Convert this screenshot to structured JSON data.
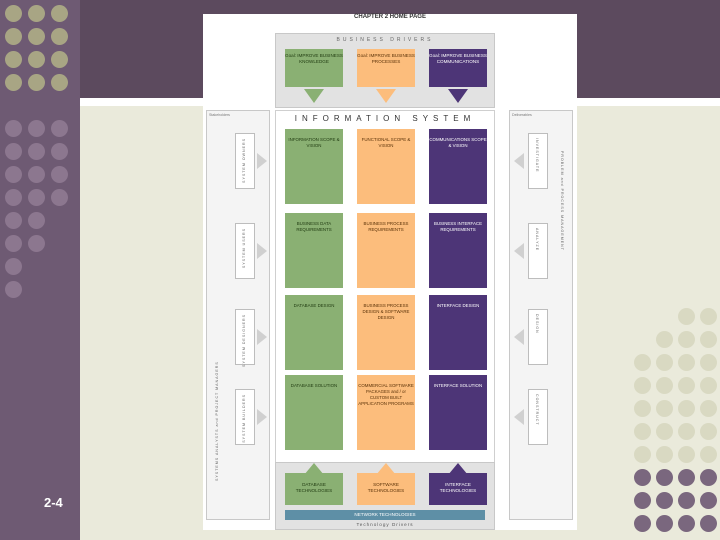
{
  "slide": {
    "number": "2-4"
  },
  "colors": {
    "green": "#8ab073",
    "orange": "#fcbd7c",
    "purple": "#4d3577",
    "network": "#5e8fa6"
  },
  "page": {
    "title": "CHAPTER 2 HOME PAGE",
    "business_drivers": "BUSINESS DRIVERS",
    "goals": [
      {
        "text": "Goal: IMPROVE BUSINESS KNOWLEDGE"
      },
      {
        "text": "Goal: IMPROVE BUSINESS PROCESSES"
      },
      {
        "text": "Goal: IMPROVE BUSINESS COMMUNICATIONS"
      }
    ],
    "info_system": "INFORMATION SYSTEM",
    "left_panel_title": "Stakeholders",
    "right_panel_title": "Deliverables",
    "left_vertical": "SYSTEMS ANALYSTS and PROJECT MANAGERS",
    "right_vertical": "PROBLEM and PROCESS MANAGEMENT",
    "stakeholders": [
      "SYSTEM OWNERS",
      "SYSTEM USERS",
      "SYSTEM DESIGNERS",
      "SYSTEM BUILDERS"
    ],
    "deliverables": [
      "INVESTIGATE",
      "ANALYZE",
      "DESIGN",
      "CONSTRUCT"
    ],
    "rows": [
      [
        "INFORMATION SCOPE & VISION",
        "FUNCTIONAL SCOPE & VISION",
        "COMMUNICATIONS SCOPE & VISION"
      ],
      [
        "BUSINESS DATA REQUIREMENTS",
        "BUSINESS PROCESS REQUIREMENTS",
        "BUSINESS INTERFACE REQUIREMENTS"
      ],
      [
        "DATABASE DESIGN",
        "BUSINESS PROCESS DESIGN & SOFTWARE DESIGN",
        "INTERFACE DESIGN"
      ],
      [
        "DATABASE SOLUTION",
        "COMMERCIAL SOFTWARE PACKAGES and / or CUSTOM BUILT APPLICATION PROGRAMS",
        "INTERFACE SOLUTION"
      ]
    ],
    "technologies": [
      "DATABASE TECHNOLOGIES",
      "SOFTWARE TECHNOLOGIES",
      "INTERFACE TECHNOLOGIES"
    ],
    "network": "NETWORK TECHNOLOGIES",
    "tech_drivers": "Technology Drivers"
  }
}
